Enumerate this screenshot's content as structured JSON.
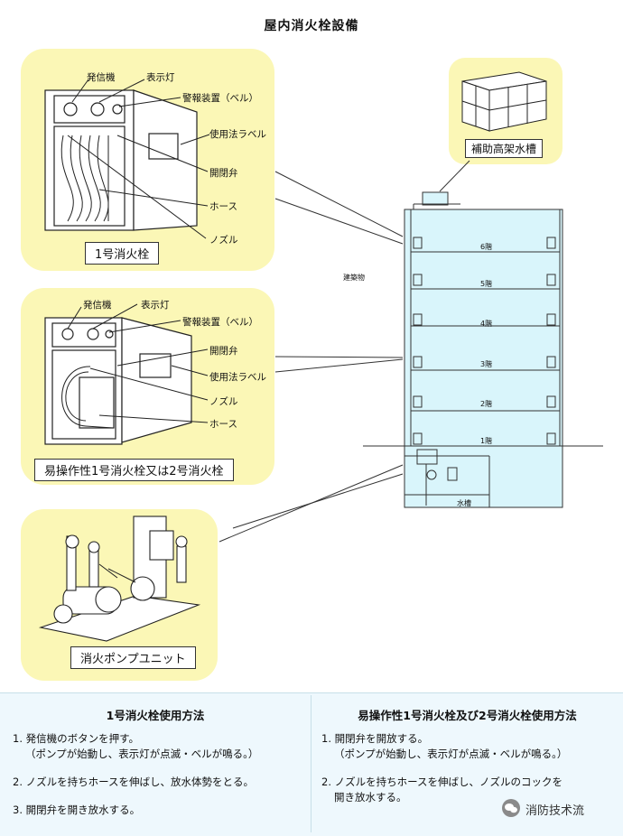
{
  "title": "屋内消火栓設備",
  "panel1": {
    "caption": "1号消火栓",
    "labels": {
      "transmitter": "発信機",
      "indicator": "表示灯",
      "alarm": "警報装置（ベル）",
      "usage_label": "使用法ラベル",
      "valve": "開閉弁",
      "hose": "ホース",
      "nozzle": "ノズル"
    }
  },
  "panel2": {
    "caption": "易操作性1号消火栓又は2号消火栓",
    "labels": {
      "transmitter": "発信機",
      "indicator": "表示灯",
      "alarm": "警報装置（ベル）",
      "valve": "開閉弁",
      "usage_label": "使用法ラベル",
      "nozzle": "ノズル",
      "hose": "ホース"
    }
  },
  "panel3": {
    "caption": "消火ポンプユニット"
  },
  "tank_panel": {
    "caption": "補助高架水槽"
  },
  "building": {
    "label": "建築物",
    "floors": [
      "6階",
      "5階",
      "4階",
      "3階",
      "2階",
      "1階"
    ],
    "water_tank": "水槽"
  },
  "instructions": {
    "left": {
      "heading": "1号消火栓使用方法",
      "steps": [
        {
          "line1": "1. 発信機のボタンを押す。",
          "line2": "（ポンプが始動し、表示灯が点滅・ベルが鳴る。）"
        },
        {
          "line1": "2. ノズルを持ちホースを伸ばし、放水体勢をとる。",
          "line2": ""
        },
        {
          "line1": "3. 開閉弁を開き放水する。",
          "line2": ""
        }
      ]
    },
    "right": {
      "heading": "易操作性1号消火栓及び2号消火栓使用方法",
      "steps": [
        {
          "line1": "1. 開閉弁を開放する。",
          "line2": "（ポンプが始動し、表示灯が点滅・ベルが鳴る。）"
        },
        {
          "line1": "2. ノズルを持ちホースを伸ばし、ノズルのコックを",
          "line2": "開き放水する。"
        }
      ]
    }
  },
  "watermark": "消防技术流",
  "colors": {
    "panel": "#fbf7b6",
    "building": "#d9f5fb",
    "bottom": "#eef8fd"
  }
}
